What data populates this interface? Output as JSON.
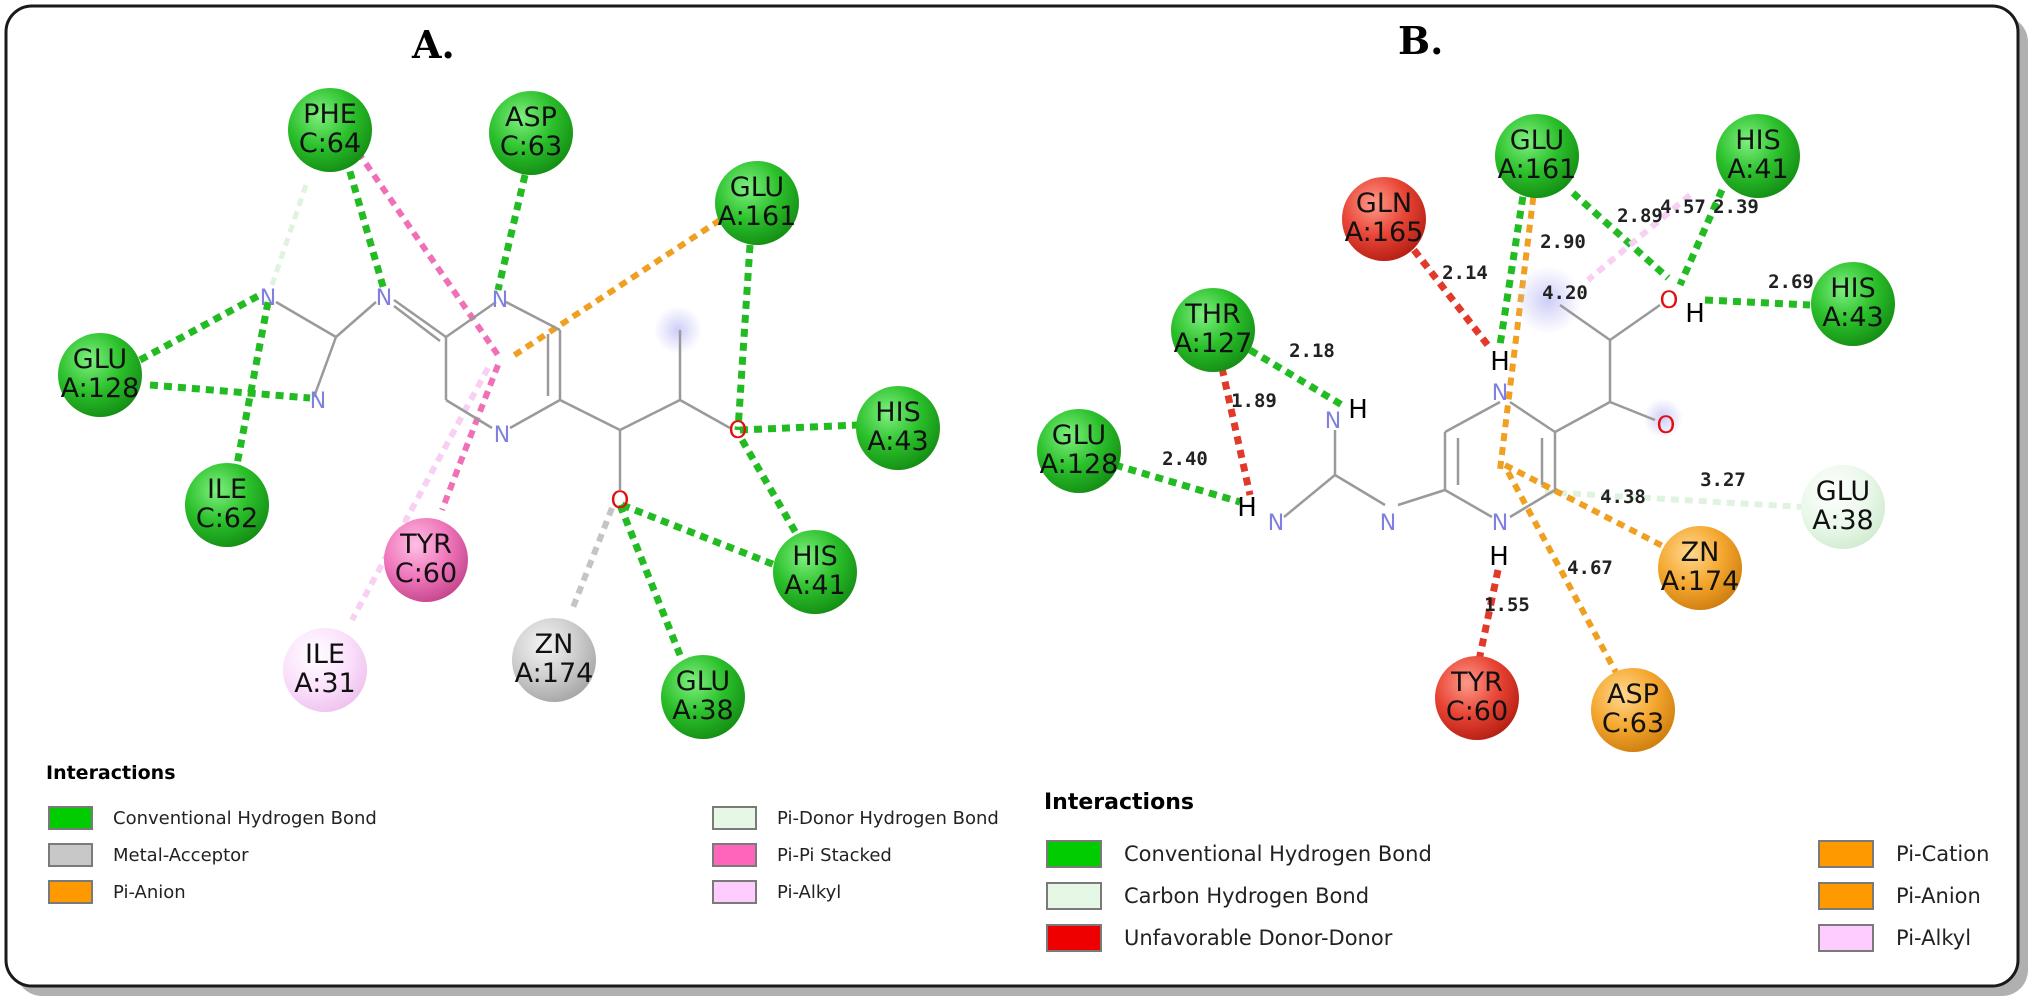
{
  "panel_a": {
    "title": "A.",
    "residues": [
      {
        "name": "PHE",
        "id": "C:64",
        "type": "conventional-hydrogen-bond"
      },
      {
        "name": "ASP",
        "id": "C:63",
        "type": "conventional-hydrogen-bond"
      },
      {
        "name": "GLU",
        "id": "A:161",
        "type": "conventional-hydrogen-bond"
      },
      {
        "name": "GLU",
        "id": "A:128",
        "type": "conventional-hydrogen-bond"
      },
      {
        "name": "HIS",
        "id": "A:43",
        "type": "conventional-hydrogen-bond"
      },
      {
        "name": "ILE",
        "id": "C:62",
        "type": "conventional-hydrogen-bond"
      },
      {
        "name": "TYR",
        "id": "C:60",
        "type": "pi-pi-stacked"
      },
      {
        "name": "HIS",
        "id": "A:41",
        "type": "conventional-hydrogen-bond"
      },
      {
        "name": "ILE",
        "id": "A:31",
        "type": "pi-alkyl"
      },
      {
        "name": "ZN",
        "id": "A:174",
        "type": "metal-acceptor"
      },
      {
        "name": "GLU",
        "id": "A:38",
        "type": "conventional-hydrogen-bond"
      }
    ],
    "atom_labels": {
      "n": "N",
      "o": "O"
    },
    "legend": {
      "heading": "Interactions",
      "items": [
        {
          "label": "Conventional Hydrogen Bond",
          "color": "#00cc00"
        },
        {
          "label": "Metal-Acceptor",
          "color": "#c8c8c8"
        },
        {
          "label": "Pi-Anion",
          "color": "#ff9900"
        },
        {
          "label": "Pi-Donor Hydrogen Bond",
          "color": "#e6f7e6"
        },
        {
          "label": "Pi-Pi Stacked",
          "color": "#ff66bb"
        },
        {
          "label": "Pi-Alkyl",
          "color": "#ffccff"
        }
      ]
    }
  },
  "panel_b": {
    "title": "B.",
    "residues": [
      {
        "name": "GLU",
        "id": "A:161",
        "type": "conventional-hydrogen-bond"
      },
      {
        "name": "HIS",
        "id": "A:41",
        "type": "conventional-hydrogen-bond"
      },
      {
        "name": "GLN",
        "id": "A:165",
        "type": "unfavorable-donor-donor"
      },
      {
        "name": "HIS",
        "id": "A:43",
        "type": "conventional-hydrogen-bond"
      },
      {
        "name": "THR",
        "id": "A:127",
        "type": "conventional-hydrogen-bond"
      },
      {
        "name": "GLU",
        "id": "A:128",
        "type": "conventional-hydrogen-bond"
      },
      {
        "name": "GLU",
        "id": "A:38",
        "type": "carbon-hydrogen-bond"
      },
      {
        "name": "ZN",
        "id": "A:174",
        "type": "pi-cation"
      },
      {
        "name": "TYR",
        "id": "C:60",
        "type": "unfavorable-donor-donor"
      },
      {
        "name": "ASP",
        "id": "C:63",
        "type": "pi-anion"
      }
    ],
    "atom_labels": {
      "n": "N",
      "o": "O",
      "h": "H"
    },
    "distances": [
      "2.89",
      "4.57",
      "2.39",
      "2.90",
      "2.14",
      "4.20",
      "2.69",
      "2.18",
      "1.89",
      "2.40",
      "4.38",
      "3.27",
      "4.67",
      "1.55"
    ],
    "legend": {
      "heading": "Interactions",
      "items": [
        {
          "label": "Conventional Hydrogen Bond",
          "color": "#00cc00"
        },
        {
          "label": "Carbon Hydrogen Bond",
          "color": "#e6f7e6"
        },
        {
          "label": "Unfavorable Donor-Donor",
          "color": "#ee0000"
        },
        {
          "label": "Pi-Cation",
          "color": "#ff9900"
        },
        {
          "label": "Pi-Anion",
          "color": "#ff9900"
        },
        {
          "label": "Pi-Alkyl",
          "color": "#ffccff"
        }
      ]
    }
  },
  "colors": {
    "conventional-hydrogen-bond": "#22bb22",
    "carbon-hydrogen-bond": "#dff3df",
    "unfavorable-donor-donor": "#e23a2a",
    "pi-cation": "#f0a020",
    "pi-anion": "#f0a020",
    "pi-pi-stacked": "#f070b8",
    "pi-alkyl": "#f8d0f4",
    "metal-acceptor": "#c4c4c4",
    "pi-donor-hydrogen-bond": "#dff3df",
    "nitrogen": "#8080e0",
    "oxygen": "#e01010",
    "bond": "#9a9a9a"
  }
}
